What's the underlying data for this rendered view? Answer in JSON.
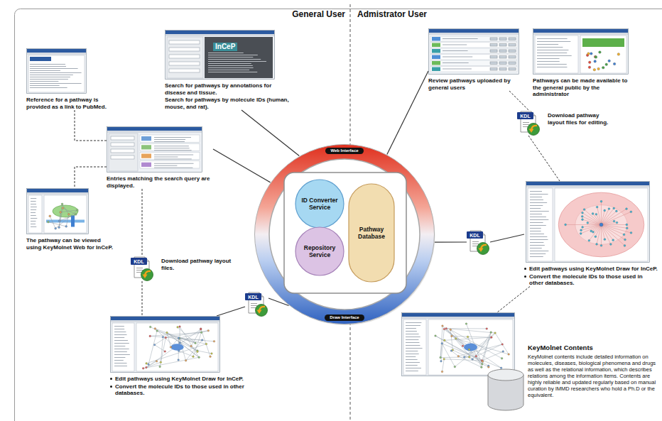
{
  "diagram": {
    "nodes": [
      {
        "text": [
          "Search for pathways by annotations for disease and tissue.",
          "Search for pathways by molecule IDs (human, mouse, and rat)."
        ]
      },
      {
        "text": [
          "Review pathways uploaded by general users"
        ]
      },
      {
        "text": [
          "Pathways can be made available to the general public by the administrator"
        ]
      },
      {
        "text": [
          "Reference for a pathway is provided as a link to PubMed."
        ]
      },
      {
        "text": [
          "KDL",
          "Download pathway layout files for editing."
        ]
      },
      {
        "text": [
          "Entries matching the search query are displayed."
        ]
      },
      {
        "text": [
          "Web Interface",
          "Draw Interface"
        ]
      },
      {
        "text": [
          "ID Converter Service"
        ],
        "in": 6
      },
      {
        "text": [
          "Repository Service"
        ],
        "in": 6
      },
      {
        "text": [
          "Pathway Database"
        ],
        "in": 6
      },
      {
        "text": [
          "The pathway can be viewed using KeyMolnet Web for InCeP."
        ]
      },
      {
        "text": [
          "Edit pathways using KeyMolnet Draw for InCeP.",
          "Convert the molecule IDs to those used in other databases."
        ]
      },
      {
        "text": [
          "KDL"
        ]
      },
      {
        "text": [
          "KDL",
          "Download pathway layout files."
        ]
      },
      {
        "text": [
          "KDL"
        ]
      },
      {
        "text": [
          "Edit pathways using KeyMolnet Draw for InCeP.",
          "Convert the molecule IDs to those used in other databases."
        ]
      },
      {
        "text": [
          "KeyMolnet Contents",
          "KeyMolnet contents include detailed information on molecules, diseases, biological phenomena and drugs as well as the relational information, which describes relations among the information items. Contents are highly reliable and updated regularly based on manual curation by IMMD researchers who hold a Ph.D or the equivalent."
        ]
      }
    ],
    "edges": [
      {
        "from": 0,
        "to": 6,
        "arrow": "none"
      },
      {
        "from": 5,
        "to": 6,
        "arrow": "none"
      },
      {
        "from": 5,
        "to": 3,
        "arrow": "none"
      },
      {
        "from": 5,
        "to": 10,
        "arrow": "none"
      },
      {
        "from": 5,
        "to": 13,
        "arrow": "none"
      },
      {
        "from": 13,
        "to": 15,
        "arrow": "none"
      },
      {
        "from": 15,
        "to": 14,
        "arrow": "none"
      },
      {
        "from": 14,
        "to": 6,
        "arrow": "none"
      },
      {
        "from": 1,
        "to": 6,
        "arrow": "none"
      },
      {
        "from": 1,
        "to": 4,
        "arrow": "none"
      },
      {
        "from": 4,
        "to": 11,
        "arrow": "none"
      },
      {
        "from": 11,
        "to": 12,
        "arrow": "none"
      },
      {
        "from": 12,
        "to": 6,
        "arrow": "none"
      },
      {
        "from": 11,
        "to": 16,
        "arrow": "none"
      }
    ],
    "labels": [
      "General User",
      "Admistrator User",
      "InCeP"
    ]
  }
}
